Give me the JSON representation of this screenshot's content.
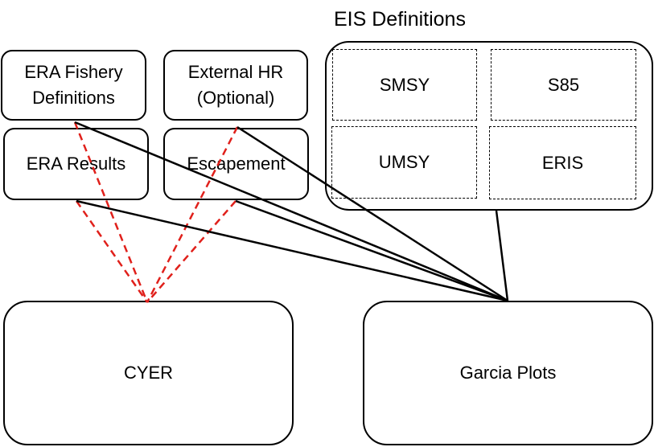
{
  "group": {
    "title": "EIS Definitions"
  },
  "boxes": {
    "era_fishery": "ERA Fishery\nDefinitions",
    "external_hr": "External HR\n(Optional)",
    "era_results": "ERA Results",
    "escapement": "Escapement",
    "cyer": "CYER",
    "garcia_plots": "Garcia Plots"
  },
  "eis_items": {
    "smsy": "SMSY",
    "s85": "S85",
    "umsy": "UMSY",
    "eris": "ERIS"
  },
  "colors": {
    "solid_connector": "#000000",
    "dashed_connector": "#e0201b"
  },
  "connectors": [
    {
      "from": "era_fishery",
      "to": "cyer",
      "style": "dashed"
    },
    {
      "from": "external_hr",
      "to": "cyer",
      "style": "dashed"
    },
    {
      "from": "era_results",
      "to": "cyer",
      "style": "dashed"
    },
    {
      "from": "escapement",
      "to": "cyer",
      "style": "dashed"
    },
    {
      "from": "era_fishery",
      "to": "garcia_plots",
      "style": "solid"
    },
    {
      "from": "external_hr",
      "to": "garcia_plots",
      "style": "solid"
    },
    {
      "from": "era_results",
      "to": "garcia_plots",
      "style": "solid"
    },
    {
      "from": "escapement",
      "to": "garcia_plots",
      "style": "solid"
    },
    {
      "from": "eis_definitions",
      "to": "garcia_plots",
      "style": "solid"
    }
  ]
}
